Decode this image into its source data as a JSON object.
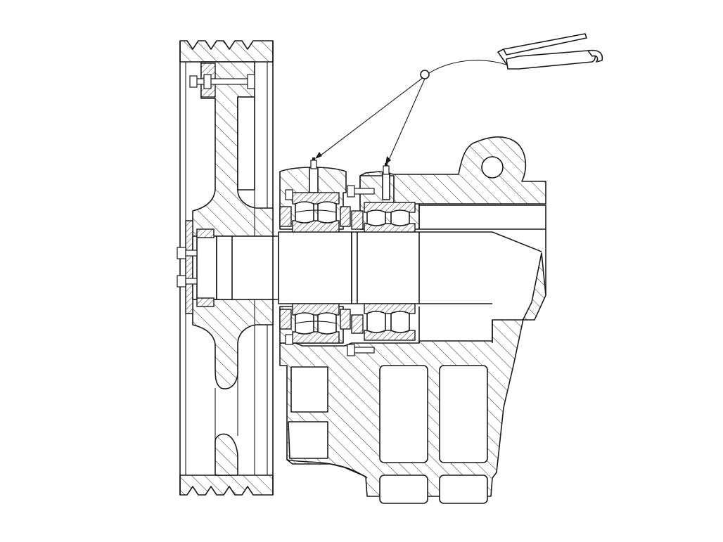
{
  "drawing": {
    "kind": "engineering cross-section",
    "components": [
      "v-belt-pulley",
      "pulley-hub",
      "shaft",
      "end-cap-with-bolts",
      "inner-bearing-seat",
      "outer-bearing-housing",
      "spherical-roller-bearing-1",
      "spherical-roller-bearing-2",
      "labyrinth-seals",
      "grease-nipples",
      "grease-gun",
      "machine-frame-with-ribs",
      "lifting-lug"
    ],
    "colors": {
      "line": "#1a1a1a",
      "background": "#ffffff"
    }
  }
}
